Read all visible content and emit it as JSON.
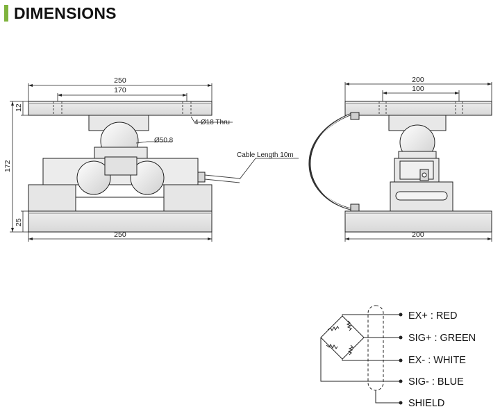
{
  "header": {
    "title": "DIMENSIONS"
  },
  "front_view": {
    "top_width": "250",
    "hole_spacing": "170",
    "plate_thickness": "12",
    "overall_height": "172",
    "base_thickness": "25",
    "base_width": "250",
    "holes_callout": "4-Ø18 Thru",
    "ball_callout": "Ø50.8",
    "cable_callout": "Cable Length 10m"
  },
  "side_view": {
    "top_width": "200",
    "hole_spacing": "100",
    "base_width": "200"
  },
  "wiring": {
    "labels": [
      "EX+ : RED",
      "SIG+ : GREEN",
      "EX- : WHITE",
      "SIG- : BLUE",
      "SHIELD"
    ]
  },
  "colors": {
    "accent": "#7fb33d",
    "plate_fill": "#e4e4e4",
    "line": "#222222"
  }
}
